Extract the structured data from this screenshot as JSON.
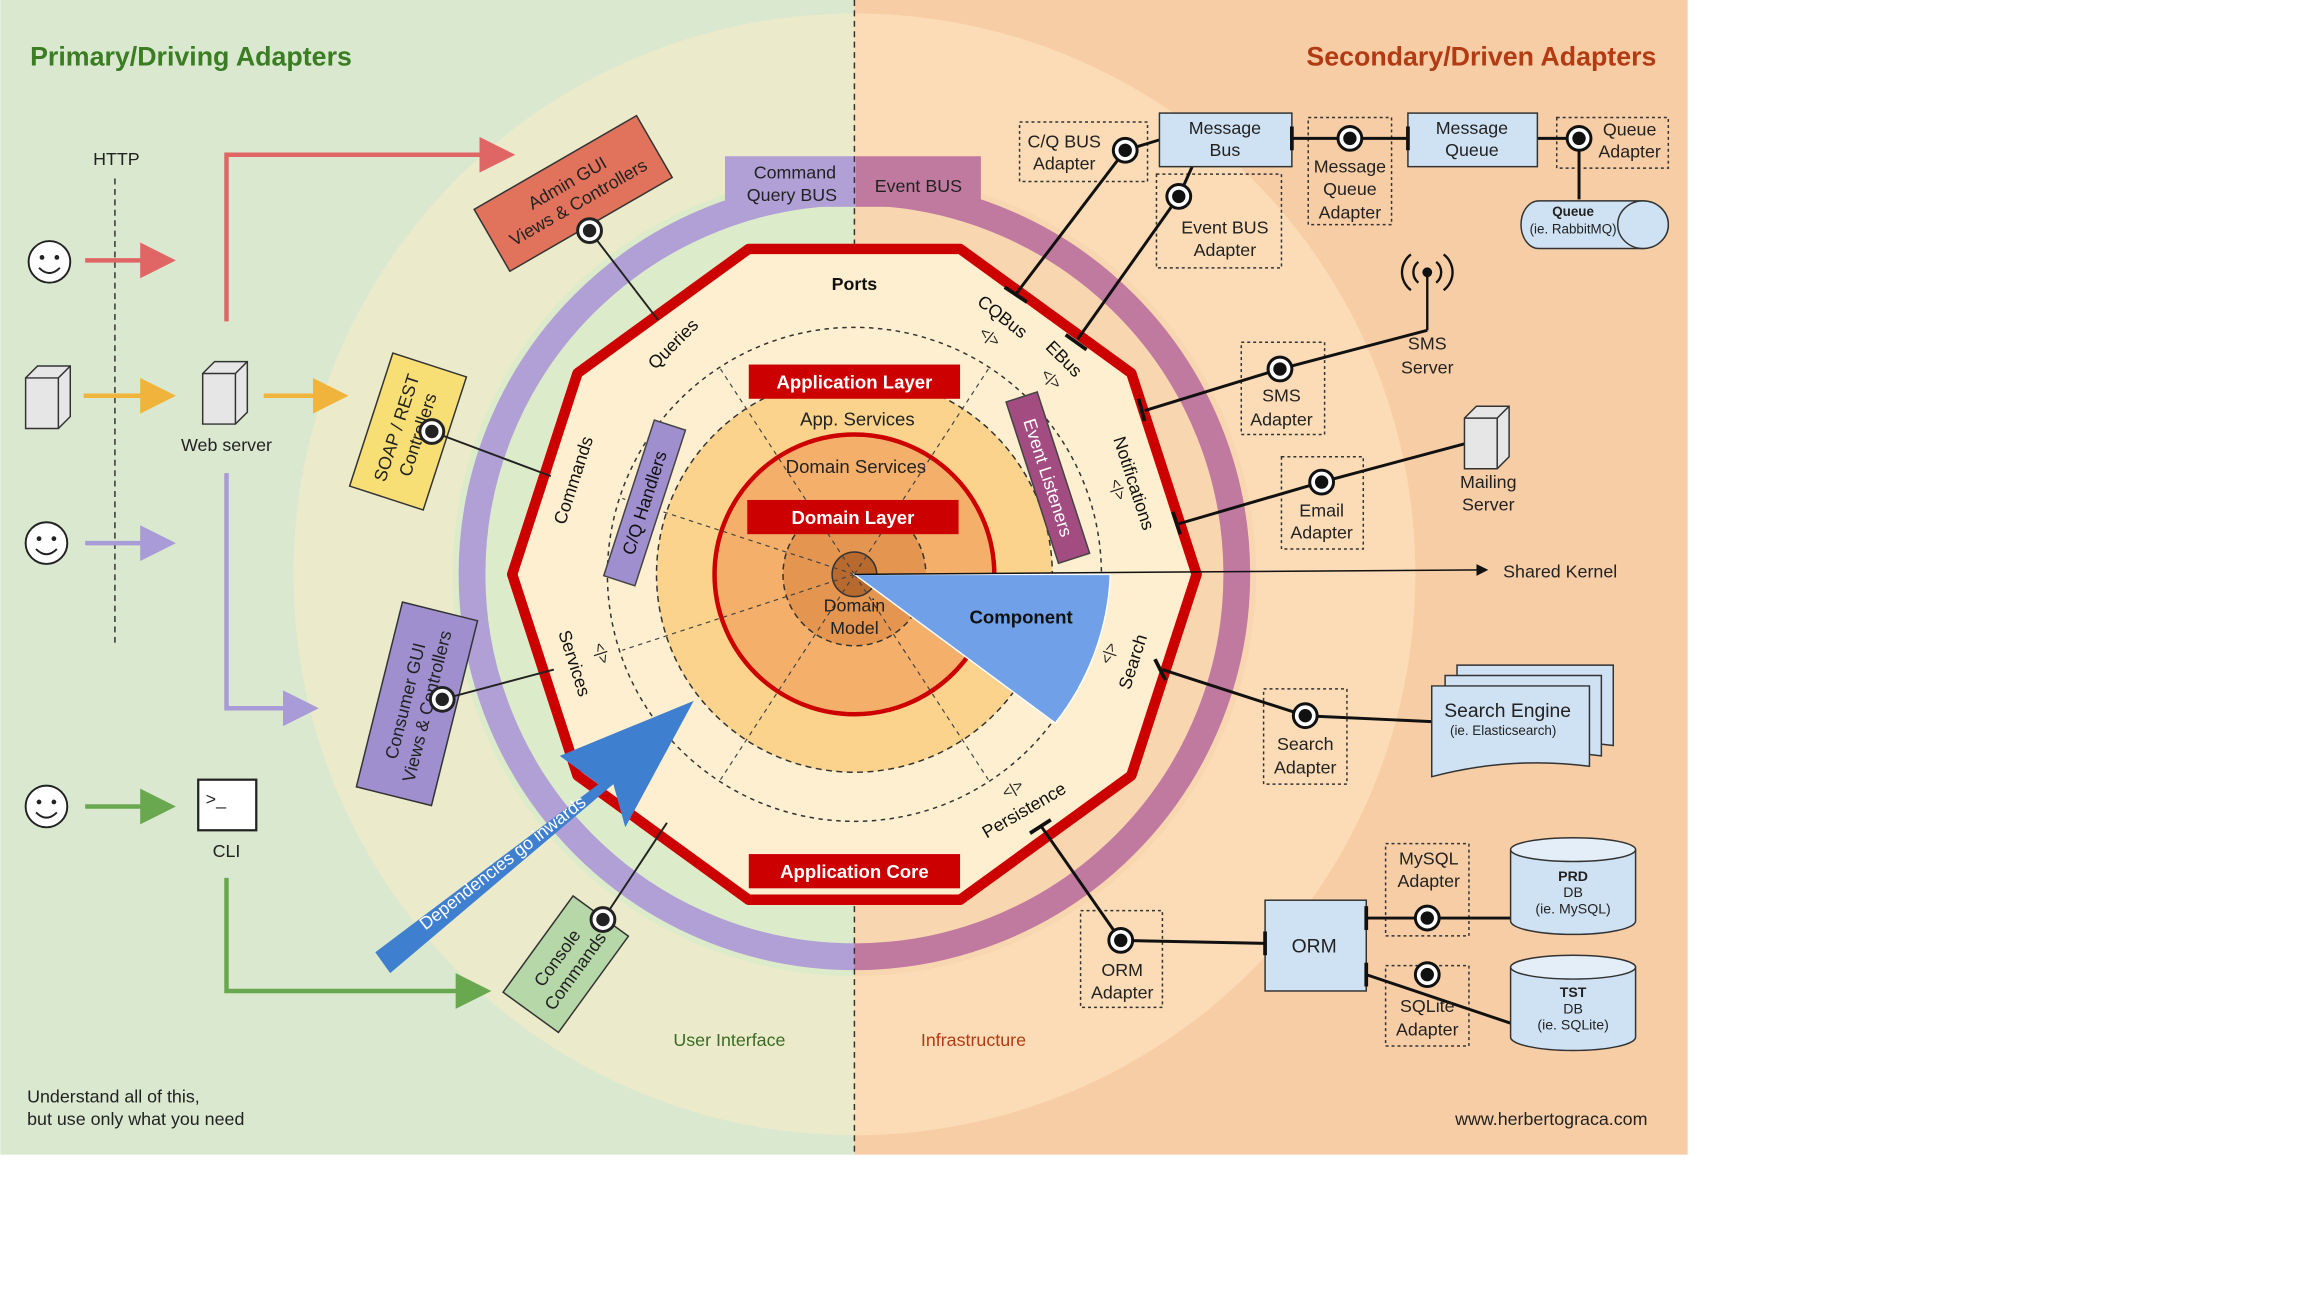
{
  "headings": {
    "primary": "Primary/Driving Adapters",
    "secondary": "Secondary/Driven Adapters"
  },
  "left": {
    "http": "HTTP",
    "web_server": "Web server",
    "cli": "CLI",
    "cli_glyph": ">_",
    "footer_line1": "Understand all of this,",
    "footer_line2": "but use only what you need"
  },
  "adapters_left": {
    "admin_gui_1": "Admin GUI",
    "admin_gui_2": "Views & Controllers",
    "soap_1": "SOAP / REST",
    "soap_2": "Controllers",
    "consumer_gui_1": "Consumer GUI",
    "consumer_gui_2": "Views & Controllers",
    "console_1": "Console",
    "console_2": "Commands"
  },
  "buses": {
    "command_query_1": "Command",
    "command_query_2": "Query BUS",
    "event_bus": "Event BUS"
  },
  "core": {
    "ports": "Ports",
    "application_layer": "Application Layer",
    "app_services": "App. Services",
    "domain_services": "Domain Services",
    "domain_layer": "Domain Layer",
    "domain_model_1": "Domain",
    "domain_model_2": "Model",
    "component": "Component",
    "application_core": "Application Core",
    "cq_handlers": "C/Q Handlers",
    "event_listeners": "Event Listeners"
  },
  "ports": {
    "queries": "Queries",
    "commands": "Commands",
    "services": "Services",
    "cqbus": "CQBus",
    "ebus": "EBus",
    "notifications": "Notifications",
    "search": "Search",
    "persistence": "Persistence"
  },
  "right": {
    "cq_bus_adapter_1": "C/Q BUS",
    "cq_bus_adapter_2": "Adapter",
    "message_bus_1": "Message",
    "message_bus_2": "Bus",
    "mq_adapter_1": "Message",
    "mq_adapter_2": "Queue",
    "mq_adapter_3": "Adapter",
    "message_queue_1": "Message",
    "message_queue_2": "Queue",
    "queue_adapter_1": "Queue",
    "queue_adapter_2": "Adapter",
    "queue_title": "Queue",
    "queue_sub": "(ie. RabbitMQ)",
    "event_bus_adapter_1": "Event BUS",
    "event_bus_adapter_2": "Adapter",
    "sms_server_1": "SMS",
    "sms_server_2": "Server",
    "sms_adapter_1": "SMS",
    "sms_adapter_2": "Adapter",
    "mailing_server_1": "Mailing",
    "mailing_server_2": "Server",
    "email_adapter_1": "Email",
    "email_adapter_2": "Adapter",
    "shared_kernel": "Shared Kernel",
    "search_engine_1": "Search Engine",
    "search_engine_2": "(ie. Elasticsearch)",
    "search_adapter_1": "Search",
    "search_adapter_2": "Adapter",
    "mysql_adapter_1": "MySQL",
    "mysql_adapter_2": "Adapter",
    "prd_db_1": "PRD",
    "prd_db_2": "DB",
    "prd_db_3": "(ie. MySQL)",
    "orm": "ORM",
    "sqlite_adapter_1": "SQLite",
    "sqlite_adapter_2": "Adapter",
    "tst_db_1": "TST",
    "tst_db_2": "DB",
    "tst_db_3": "(ie. SQLite)",
    "orm_adapter_1": "ORM",
    "orm_adapter_2": "Adapter"
  },
  "bottom": {
    "user_interface": "User Interface",
    "infrastructure": "Infrastructure",
    "website": "www.herbertograca.com"
  },
  "arrow": {
    "dependencies": "Dependencies go inwards"
  },
  "colors": {
    "left_bg": "#d9e8cf",
    "right_bg": "#f7cda5",
    "port_ring": "#cc0000",
    "core_fill": "#fdefcf",
    "command_bus_ring": "#b0a0d6",
    "event_bus_ring": "#c07aa0",
    "component": "#6fa0e8",
    "heading_left": "#3a7d22",
    "heading_right": "#b23b14",
    "http_arrow": "#e06666",
    "web_arrow": "#f0b43c",
    "purple_arrow": "#a99ad8",
    "cli_arrow": "#6aa84f"
  },
  "icons": [
    "smiley-icon",
    "server-icon",
    "terminal-icon",
    "antenna-icon",
    "database-icon",
    "queue-icon",
    "documents-icon"
  ]
}
